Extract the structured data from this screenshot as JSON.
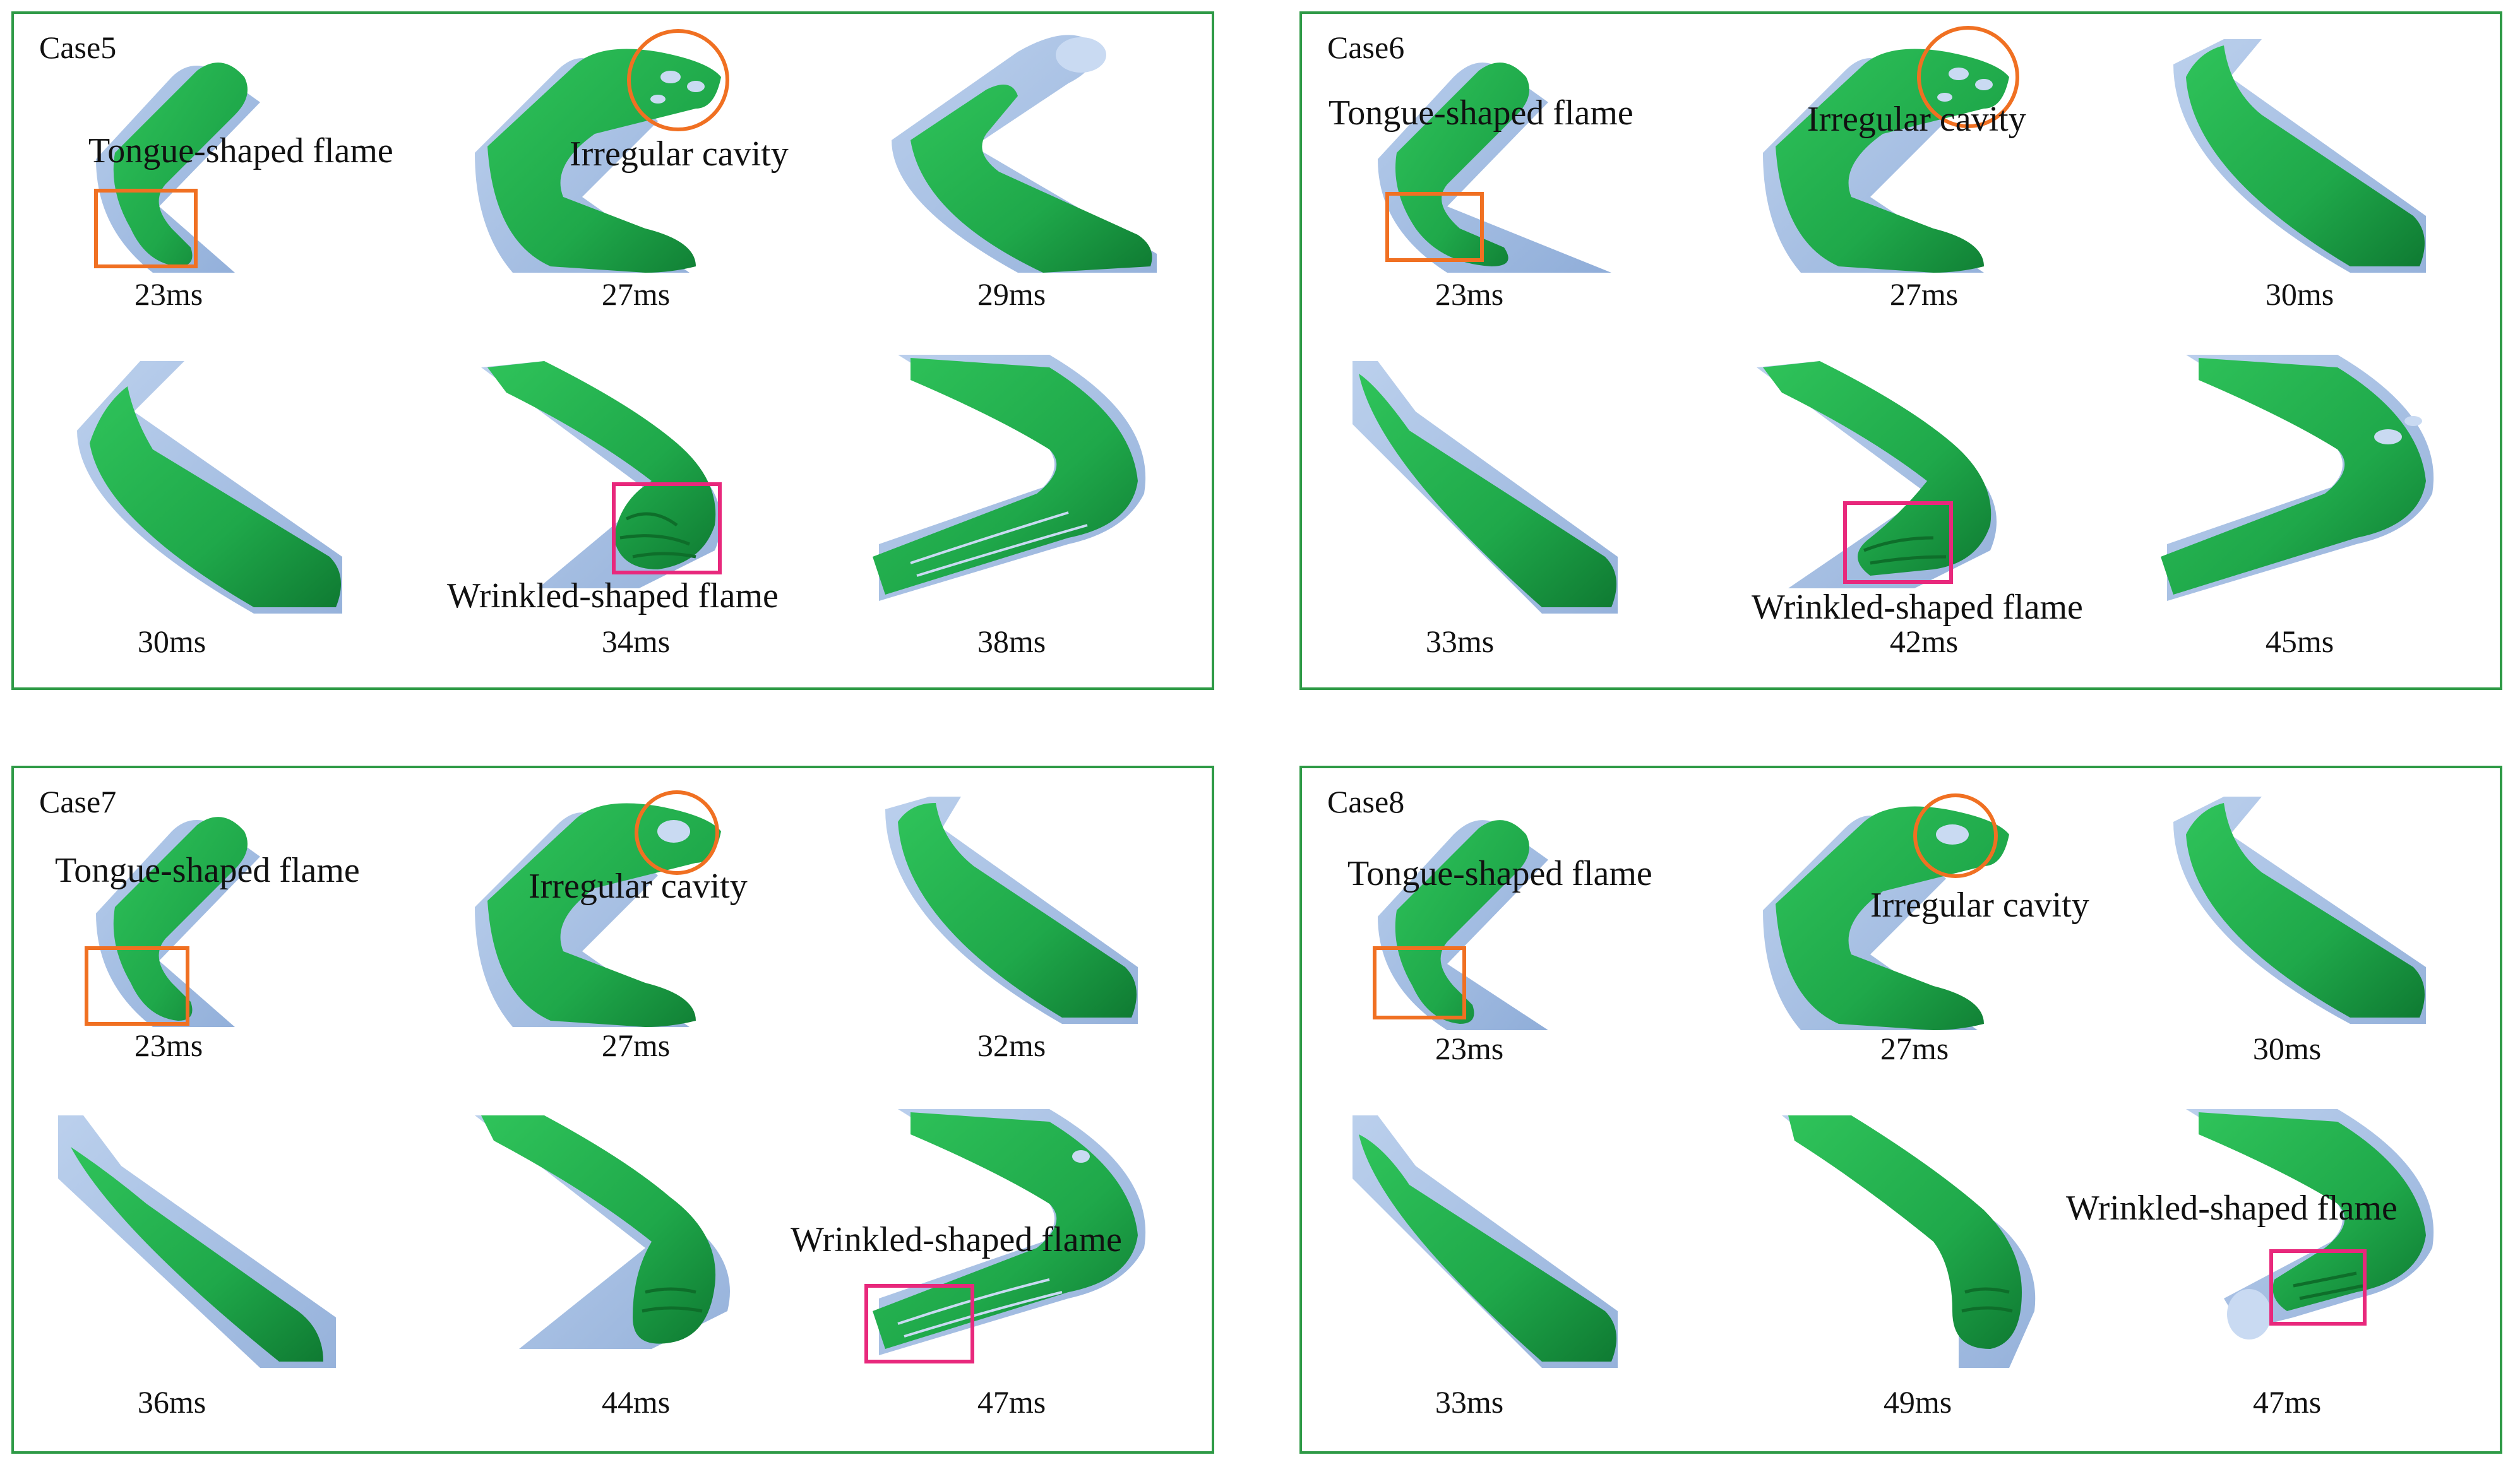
{
  "figure": {
    "colors": {
      "frame": "#2e9a46",
      "flame": "#1fa84a",
      "flame_dark": "#0e6e2a",
      "pipe": "#8fb0dd",
      "pipe_light": "#c9daf2",
      "rect_orange": "#f07022",
      "rect_pink": "#e8287c",
      "circle_orange": "#f07022"
    },
    "panels": [
      {
        "label": "Case5",
        "times": [
          "23ms",
          "27ms",
          "29ms",
          "30ms",
          "34ms",
          "38ms"
        ],
        "annotations": {
          "tongue": "Tongue-shaped flame",
          "cavity": "Irregular cavity",
          "wrinkled": "Wrinkled-shaped flame"
        }
      },
      {
        "label": "Case6",
        "times": [
          "23ms",
          "27ms",
          "30ms",
          "33ms",
          "42ms",
          "45ms"
        ],
        "annotations": {
          "tongue": "Tongue-shaped flame",
          "cavity": "Irregular cavity",
          "wrinkled": "Wrinkled-shaped flame"
        }
      },
      {
        "label": "Case7",
        "times": [
          "23ms",
          "27ms",
          "32ms",
          "36ms",
          "44ms",
          "47ms"
        ],
        "annotations": {
          "tongue": "Tongue-shaped flame",
          "cavity": "Irregular cavity",
          "wrinkled": "Wrinkled-shaped flame"
        }
      },
      {
        "label": "Case8",
        "times": [
          "23ms",
          "27ms",
          "30ms",
          "33ms",
          "49ms",
          "47ms"
        ],
        "annotations": {
          "tongue": "Tongue-shaped flame",
          "cavity": "Irregular cavity",
          "wrinkled": "Wrinkled-shaped flame"
        }
      }
    ]
  }
}
